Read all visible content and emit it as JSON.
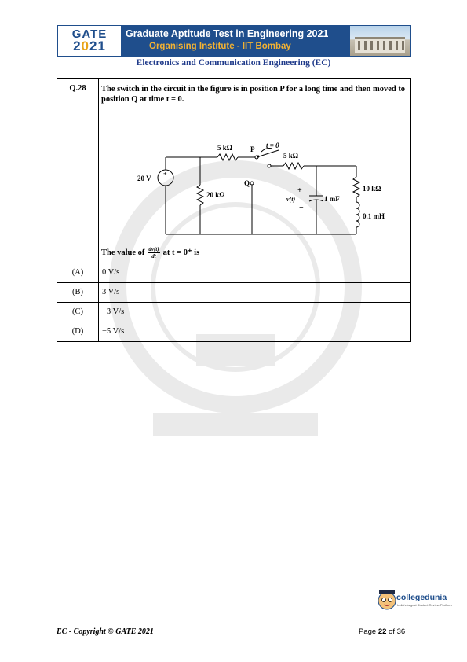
{
  "header": {
    "logo_line1": "GATE",
    "logo_line2_a": "2",
    "logo_line2_b": "0",
    "logo_line2_c": "21",
    "title": "Graduate Aptitude Test in Engineering 2021",
    "subtitle": "Organising Institute - IIT Bombay"
  },
  "subject": "Electronics and Communication Engineering (EC)",
  "question": {
    "number": "Q.28",
    "text": "The switch in the circuit in the figure is in position P for a long time and then moved to position Q at time t = 0.",
    "value_prefix": "The value of",
    "frac_num": "dv(t)",
    "frac_den": "dt",
    "value_suffix": "at t = 0⁺ is",
    "circuit": {
      "r1": "5 kΩ",
      "p_label": "P",
      "switch_time": "t = 0",
      "q_label": "Q",
      "r2": "5 kΩ",
      "source": "20 V",
      "source_plus": "+",
      "source_minus": "−",
      "r3": "20 kΩ",
      "cap_plus": "+",
      "cap_minus": "−",
      "v_label": "v(t)",
      "cap": "1 mF",
      "r4": "10 kΩ",
      "ind": "0.1 mH"
    }
  },
  "options": [
    {
      "label": "(A)",
      "value": "0 V/s"
    },
    {
      "label": "(B)",
      "value": "3 V/s"
    },
    {
      "label": "(C)",
      "value": "−3 V/s"
    },
    {
      "label": "(D)",
      "value": "−5 V/s"
    }
  ],
  "footer": {
    "copyright": "EC - Copyright © GATE 2021",
    "page_prefix": "Page",
    "page_num": "22",
    "page_of": "of 36",
    "brand": "collegedunia",
    "brand_tag": "India's largest Student Review Platform"
  },
  "colors": {
    "header_band": "#1f4e8c",
    "subtitle": "#f2b233",
    "subject": "#1f3a8a"
  }
}
